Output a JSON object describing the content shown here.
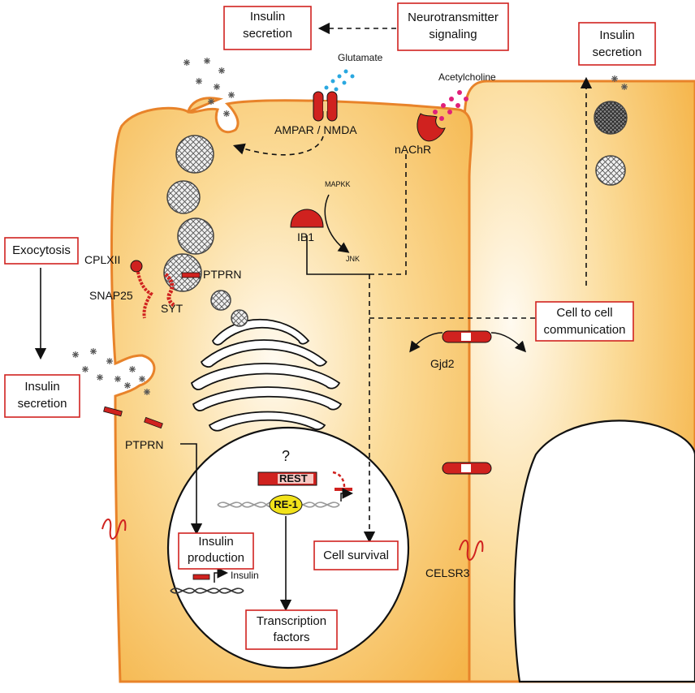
{
  "boxes": {
    "insulin_secretion_top": "Insulin secretion",
    "neurotransmitter": "Neurotransmitter signaling",
    "insulin_secretion_right": "Insulin secretion",
    "exocytosis": "Exocytosis",
    "insulin_secretion_left": "Insulin secretion",
    "cell_to_cell": "Cell to cell communication",
    "insulin_production": "Insulin production",
    "cell_survival": "Cell survival",
    "transcription_factors": "Transcription factors"
  },
  "labels": {
    "glutamate": "Glutamate",
    "acetylcholine": "Acetylcholine",
    "ampar_nmda": "AMPAR / NMDA",
    "nachr": "nAChR",
    "mapkk": "MAPKK",
    "ib1": "IB1",
    "jnk": "JNK",
    "cplxii": "CPLXII",
    "snap25": "SNAP25",
    "syt": "SYT",
    "ptprn_top": "PTPRN",
    "ptprn_left": "PTPRN",
    "gjd2": "Gjd2",
    "question": "?",
    "rest": "REST",
    "re1": "RE-1",
    "insulin_gene": "Insulin",
    "celsr3": "CELSR3"
  },
  "colors": {
    "cell_fill": "#f7c15a",
    "cell_stroke": "#e8832a",
    "box_border": "#d0221f",
    "protein_red": "#d0221f",
    "glutamate_dots": "#2aa8e0",
    "acetylcholine_dots": "#e0207a",
    "re1_fill": "#f2e21a"
  }
}
